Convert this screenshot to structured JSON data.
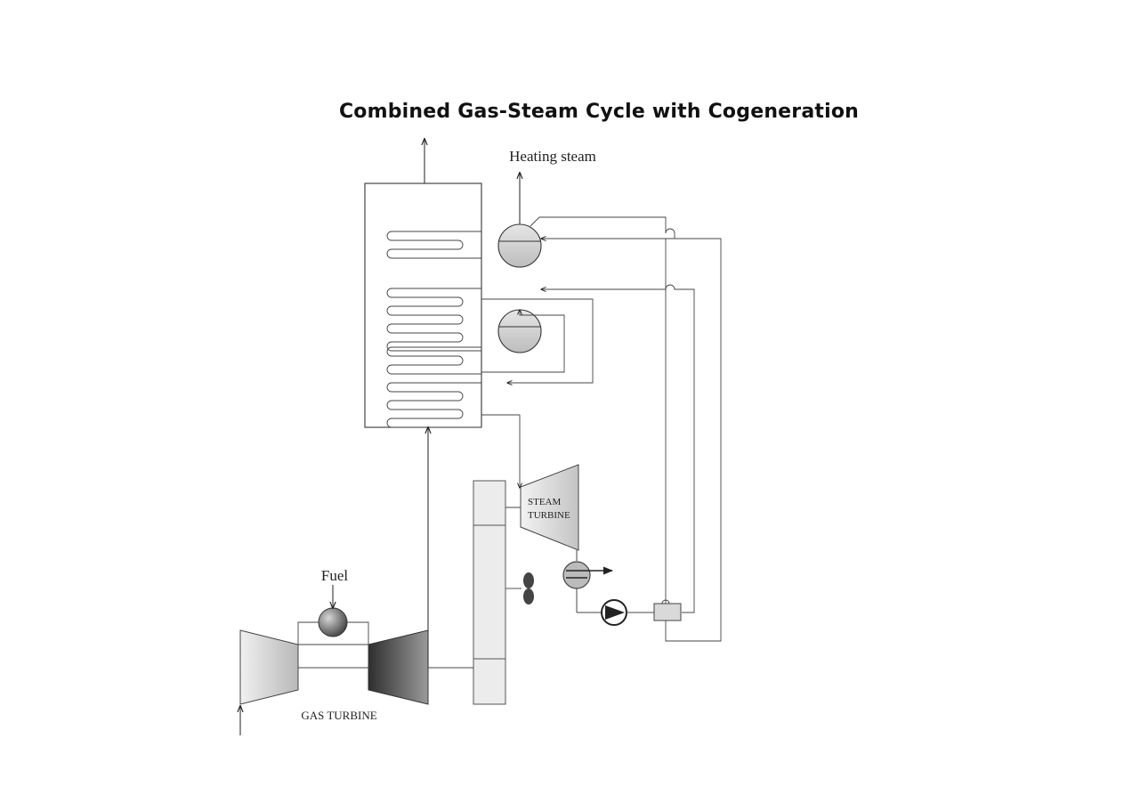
{
  "title": "Combined Gas-Steam Cycle with Cogeneration",
  "labels": {
    "heating_steam": "Heating steam",
    "fuel": "Fuel",
    "steam_turbine_line1": "STEAM",
    "steam_turbine_line2": "TURBINE",
    "gas_turbine": "GAS TURBINE"
  }
}
